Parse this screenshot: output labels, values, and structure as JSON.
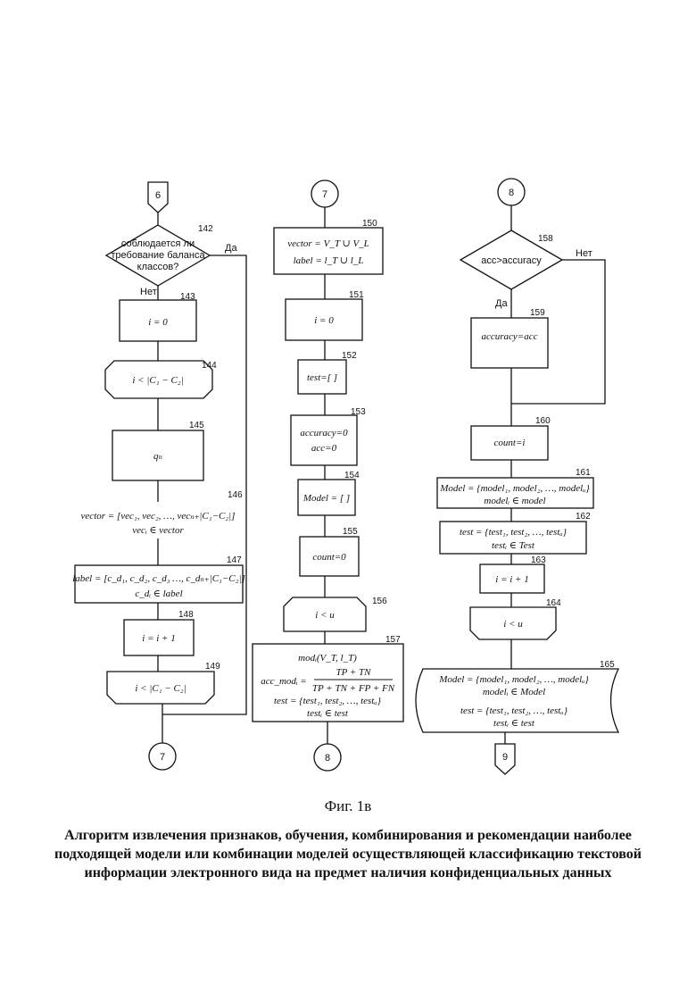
{
  "figure": {
    "label": "Фиг. 1в",
    "title": "Алгоритм извлечения признаков, обучения, комбинирования и рекомендации наиболее подходящей модели или комбинации моделей осуществляющей классификацию текстовой информации электронного вида на предмет наличия конфиденциальных данных"
  },
  "col1": {
    "connector_in": "6",
    "n142": "142",
    "decision142": [
      "соблюдается ли",
      "требование баланса",
      "классов?"
    ],
    "yes": "Да",
    "no": "Нет",
    "n143": "143",
    "b143": "i = 0",
    "n144": "144",
    "b144": "i < |C₁ − C₂|",
    "n145": "145",
    "b145": "qₙ",
    "n146": "146",
    "b146": [
      "vector = [vec₁, vec₂, …, vecₙ₊|C₁−C₂|]",
      "vecᵢ ∈ vector"
    ],
    "n147": "147",
    "b147": [
      "label = [c_d₁, c_d₂, c_d₃ …, c_dₙ₊|C₁−C₂|]",
      "c_dᵢ ∈ label"
    ],
    "n148": "148",
    "b148": "i = i + 1",
    "n149": "149",
    "b149": "i < |C₁ − C₂|",
    "connector_out": "7"
  },
  "col2": {
    "connector_in": "7",
    "n150": "150",
    "b150": [
      "vector = V_T ∪ V_L",
      "label = l_T ∪ l_L"
    ],
    "n151": "151",
    "b151": "i = 0",
    "n152": "152",
    "b152": "test=[ ]",
    "n153": "153",
    "b153": [
      "accuracy=0",
      "acc=0"
    ],
    "n154": "154",
    "b154": "Model = [ ]",
    "n155": "155",
    "b155": "count=0",
    "n156": "156",
    "b156": "i < u",
    "n157": "157",
    "b157": {
      "line1": "modᵢ(V_T, l_T)",
      "acc_lhs": "acc_modᵢ =",
      "numerator": "TP + TN",
      "denominator": "TP + TN + FP + FN",
      "line3": "test = {test₁, test₂, …, testᵤ}",
      "line4": "testᵢ ∈ test"
    },
    "connector_out": "8"
  },
  "col3": {
    "connector_in": "8",
    "n158": "158",
    "decision158": "acc>accuracy",
    "yes": "Да",
    "no": "Нет",
    "n159": "159",
    "b159": "accuracy=acc",
    "n160": "160",
    "b160": "count=i",
    "n161": "161",
    "b161": [
      "Model = {model₁, model₂, …, modelᵤ}",
      "modelᵢ ∈ model"
    ],
    "n162": "162",
    "b162": [
      "test = {test₁, test₂, …, testᵤ}",
      "testᵢ ∈ Test"
    ],
    "n163": "163",
    "b163": "i = i + 1",
    "n164": "164",
    "b164": "i < u",
    "n165": "165",
    "b165": [
      "Model = {model₁, model₂, …, modelᵤ}",
      "modelᵢ ∈ Model",
      "test = {test₁, test₂, …, testᵤ}",
      "testᵢ ∈ test"
    ],
    "connector_out": "9"
  }
}
